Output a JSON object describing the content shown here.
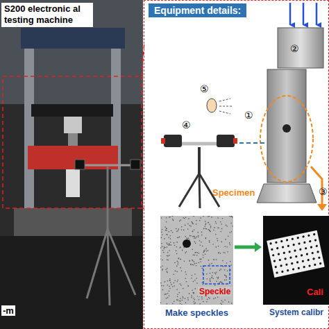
{
  "diagram": {
    "nodes": [
      {
        "text": [
          "S200 electronic al testing machine"
        ]
      },
      {
        "text": [
          "Equipment details:"
        ]
      },
      {
        "text": [
          "Make speckles"
        ],
        "in": 1
      },
      {
        "text": [
          "System calibr"
        ],
        "in": 1
      }
    ],
    "edges": [
      {
        "from": 2,
        "to": 3,
        "arrow": "to"
      }
    ],
    "labels": [
      "①",
      "②",
      "③",
      "④",
      "⑤",
      "Specimen",
      "Speckle",
      "Cali",
      "-m"
    ]
  }
}
